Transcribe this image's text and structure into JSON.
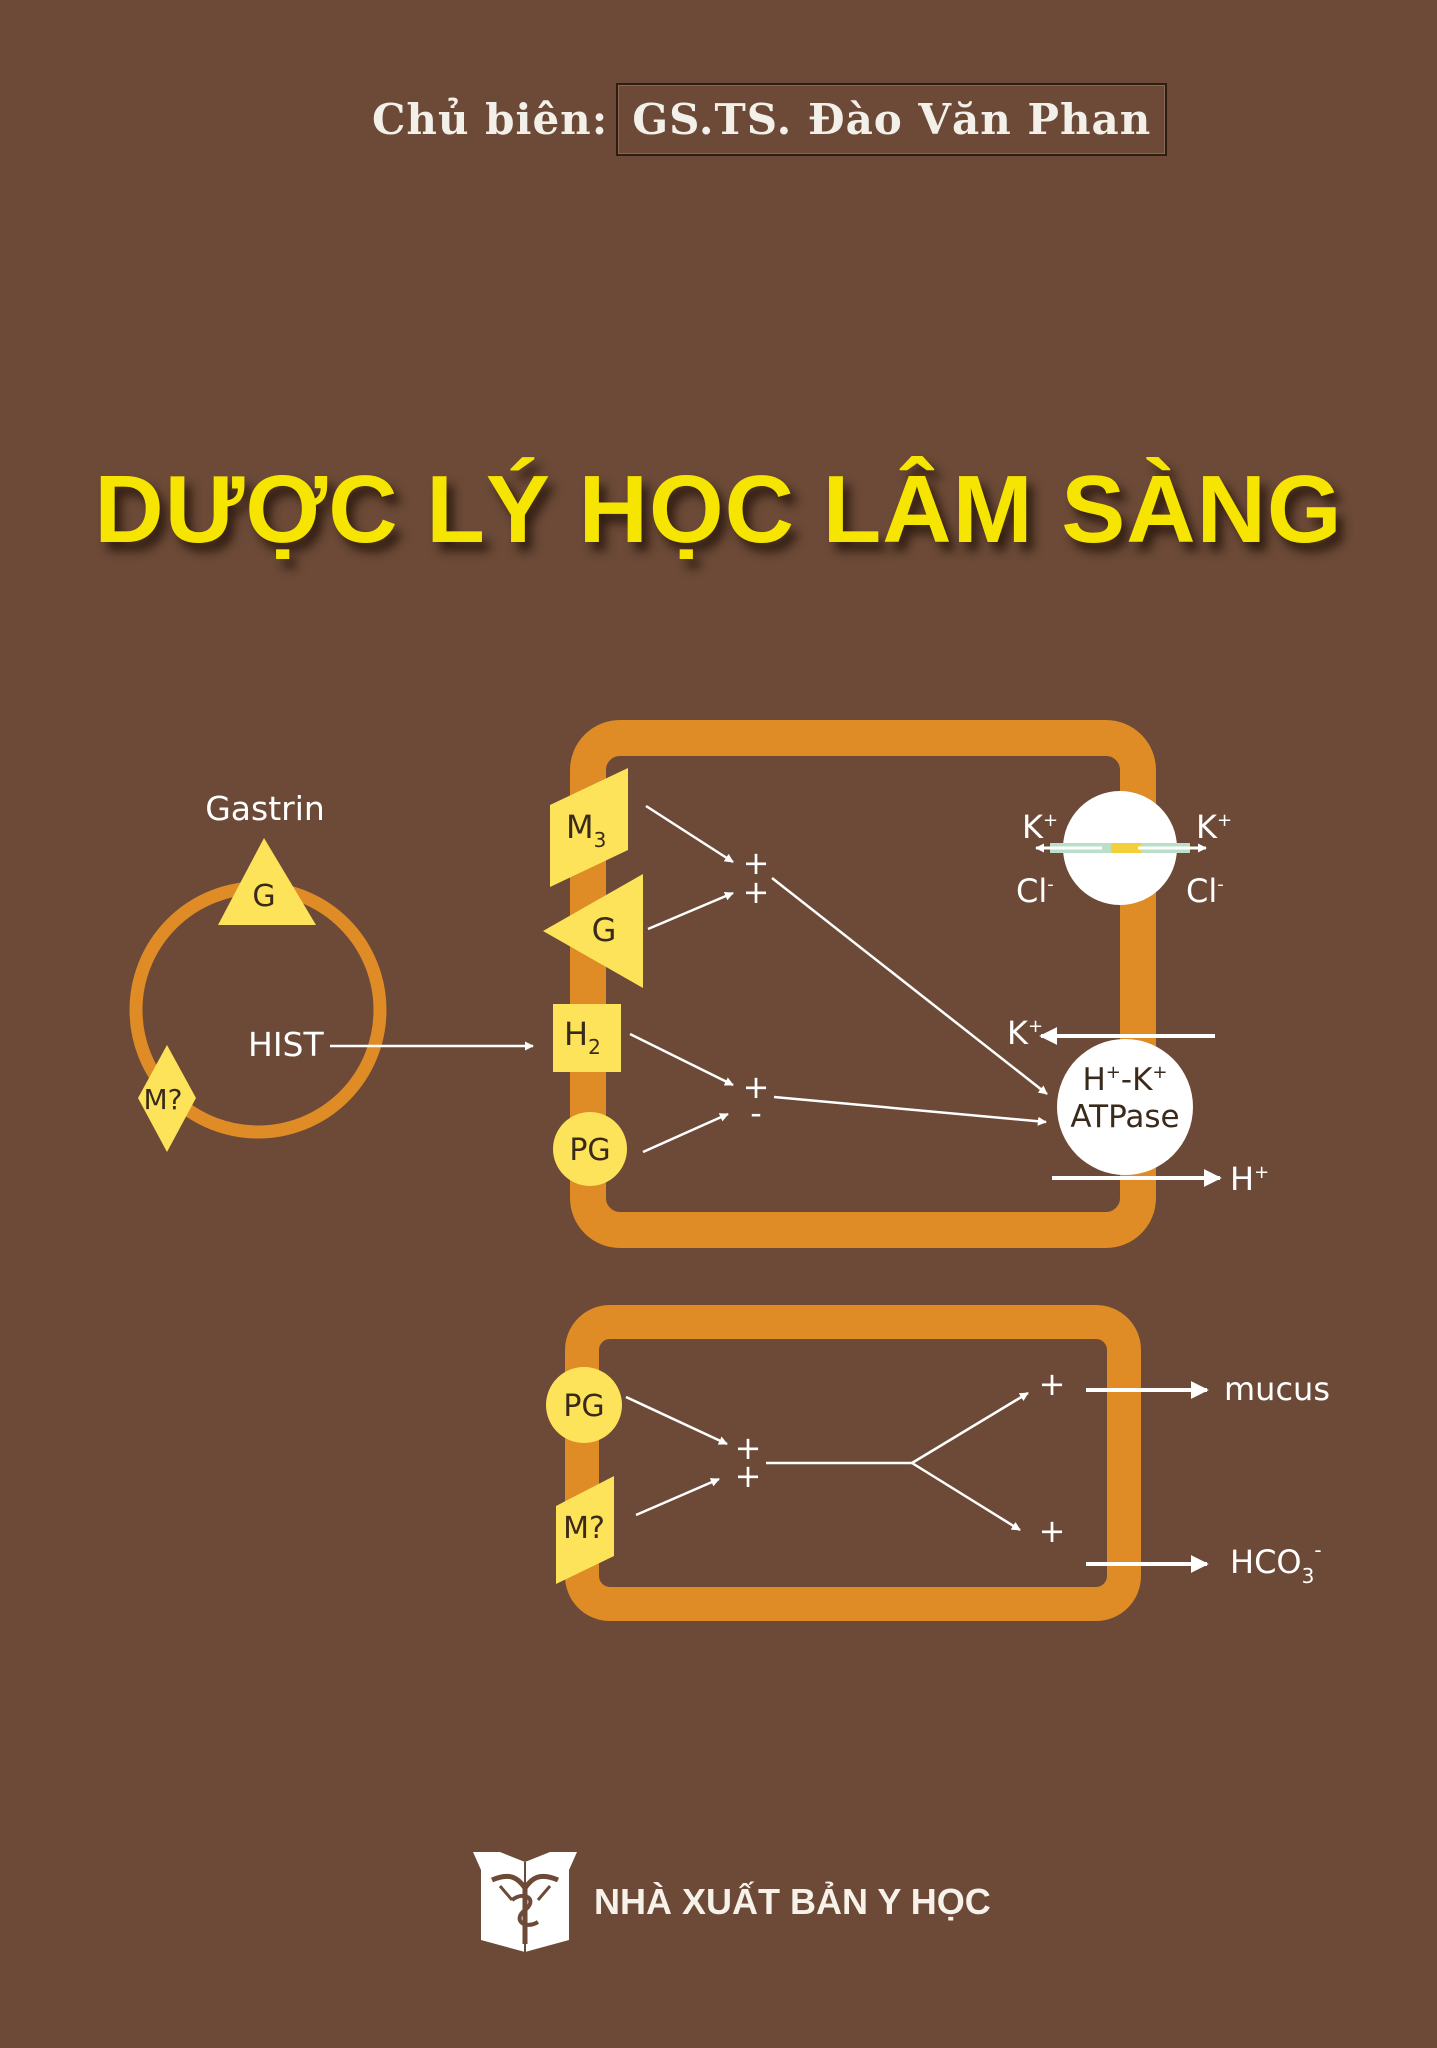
{
  "editor": {
    "label": "Chủ biên:",
    "name": "GS.TS. Đào Văn Phan"
  },
  "title": "DƯỢC LÝ HỌC LÂM SÀNG",
  "colors": {
    "background": "#6c4a37",
    "title": "#f6e500",
    "cell_wall": "#df8b26",
    "receptor": "#fde35a",
    "arrow": "#ffffff"
  },
  "diagram": {
    "g_cell": {
      "gastrin_label": "Gastrin",
      "g_label": "G",
      "hist_label": "HIST",
      "m_label": "M?"
    },
    "parietal_cell": {
      "m3_label": "M",
      "m3_sub": "3",
      "g_label": "G",
      "h2_label": "H",
      "h2_sub": "2",
      "pg_label": "PG",
      "signs": [
        "+",
        "+",
        "+",
        "-"
      ],
      "exchanger": {
        "k_left": "K",
        "k_left_sup": "+",
        "k_right": "K",
        "k_right_sup": "+",
        "cl_left": "Cl",
        "cl_left_sup": "-",
        "cl_right": "Cl",
        "cl_right_sup": "-"
      },
      "pump": {
        "line1_a": "H",
        "line1_a_sup": "+",
        "line1_b": "-K",
        "line1_b_sup": "+",
        "line2": "ATPase",
        "k_label": "K",
        "k_sup": "+",
        "h_label": "H",
        "h_sup": "+"
      }
    },
    "mucous_cell": {
      "pg_label": "PG",
      "m_label": "M?",
      "signs": [
        "+",
        "+",
        "+",
        "+"
      ],
      "mucus_label": "mucus",
      "hco_label": "HCO",
      "hco_sub": "3",
      "hco_sup": "-"
    }
  },
  "publisher": {
    "name": "NHÀ XUẤT BẢN Y HỌC",
    "logo_icon": "caduceus-book-icon"
  }
}
